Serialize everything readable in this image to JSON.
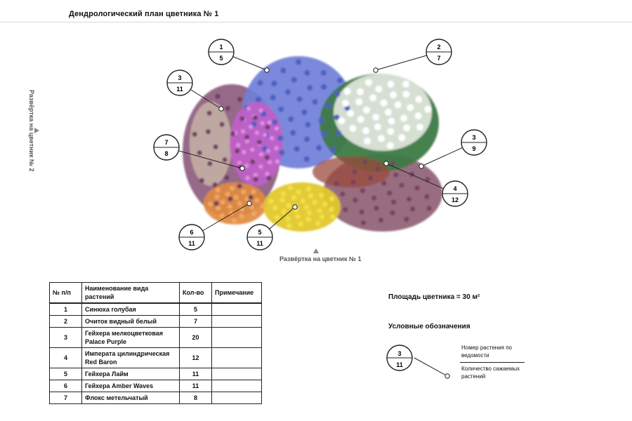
{
  "page": {
    "title": "Дендрологический план цветника № 1",
    "side_label": "Развёртка на цветник № 2",
    "bottom_label": "Развёртка на цветник № 1"
  },
  "callouts": [
    {
      "top": "1",
      "bottom": "5"
    },
    {
      "top": "2",
      "bottom": "7"
    },
    {
      "top": "3",
      "bottom": "11"
    },
    {
      "top": "7",
      "bottom": "8"
    },
    {
      "top": "3",
      "bottom": "9"
    },
    {
      "top": "4",
      "bottom": "12"
    },
    {
      "top": "6",
      "bottom": "11"
    },
    {
      "top": "5",
      "bottom": "11"
    }
  ],
  "table": {
    "headers": [
      "№ п/п",
      "Наименование вида растений",
      "Кол-во",
      "Примечание"
    ],
    "rows": [
      {
        "num": "1",
        "name": "Синюха голубая",
        "qty": "5",
        "note": ""
      },
      {
        "num": "2",
        "name": "Очиток видный белый",
        "qty": "7",
        "note": ""
      },
      {
        "num": "3",
        "name": "Гейхера мелкоцветковая Palace Purple",
        "qty": "20",
        "note": ""
      },
      {
        "num": "4",
        "name": "Императа цилиндрическая Red Baron",
        "qty": "12",
        "note": ""
      },
      {
        "num": "5",
        "name": "Гейхера Лайм",
        "qty": "11",
        "note": ""
      },
      {
        "num": "6",
        "name": "Гейхера Amber Waves",
        "qty": "11",
        "note": ""
      },
      {
        "num": "7",
        "name": "Флокс метельчатый",
        "qty": "8",
        "note": ""
      }
    ]
  },
  "area_text": "Площадь цветника = 30 м²",
  "legend": {
    "title": "Условные обозначения",
    "sample_top": "3",
    "sample_bottom": "11",
    "top_text": "Номер растения по ведомости",
    "bottom_text": "Количество сажаемых растений"
  },
  "colors": {
    "purple_heuchera": "#8a5a7a",
    "blue_flowers": "#6f7fd8",
    "pink_phlox": "#c060c8",
    "white_sedum": "#eef0ea",
    "green_foliage": "#3d7a45",
    "lime_heuchera": "#e0c82a",
    "amber_heuchera": "#e08a40",
    "grass": "#c9b8a8"
  }
}
